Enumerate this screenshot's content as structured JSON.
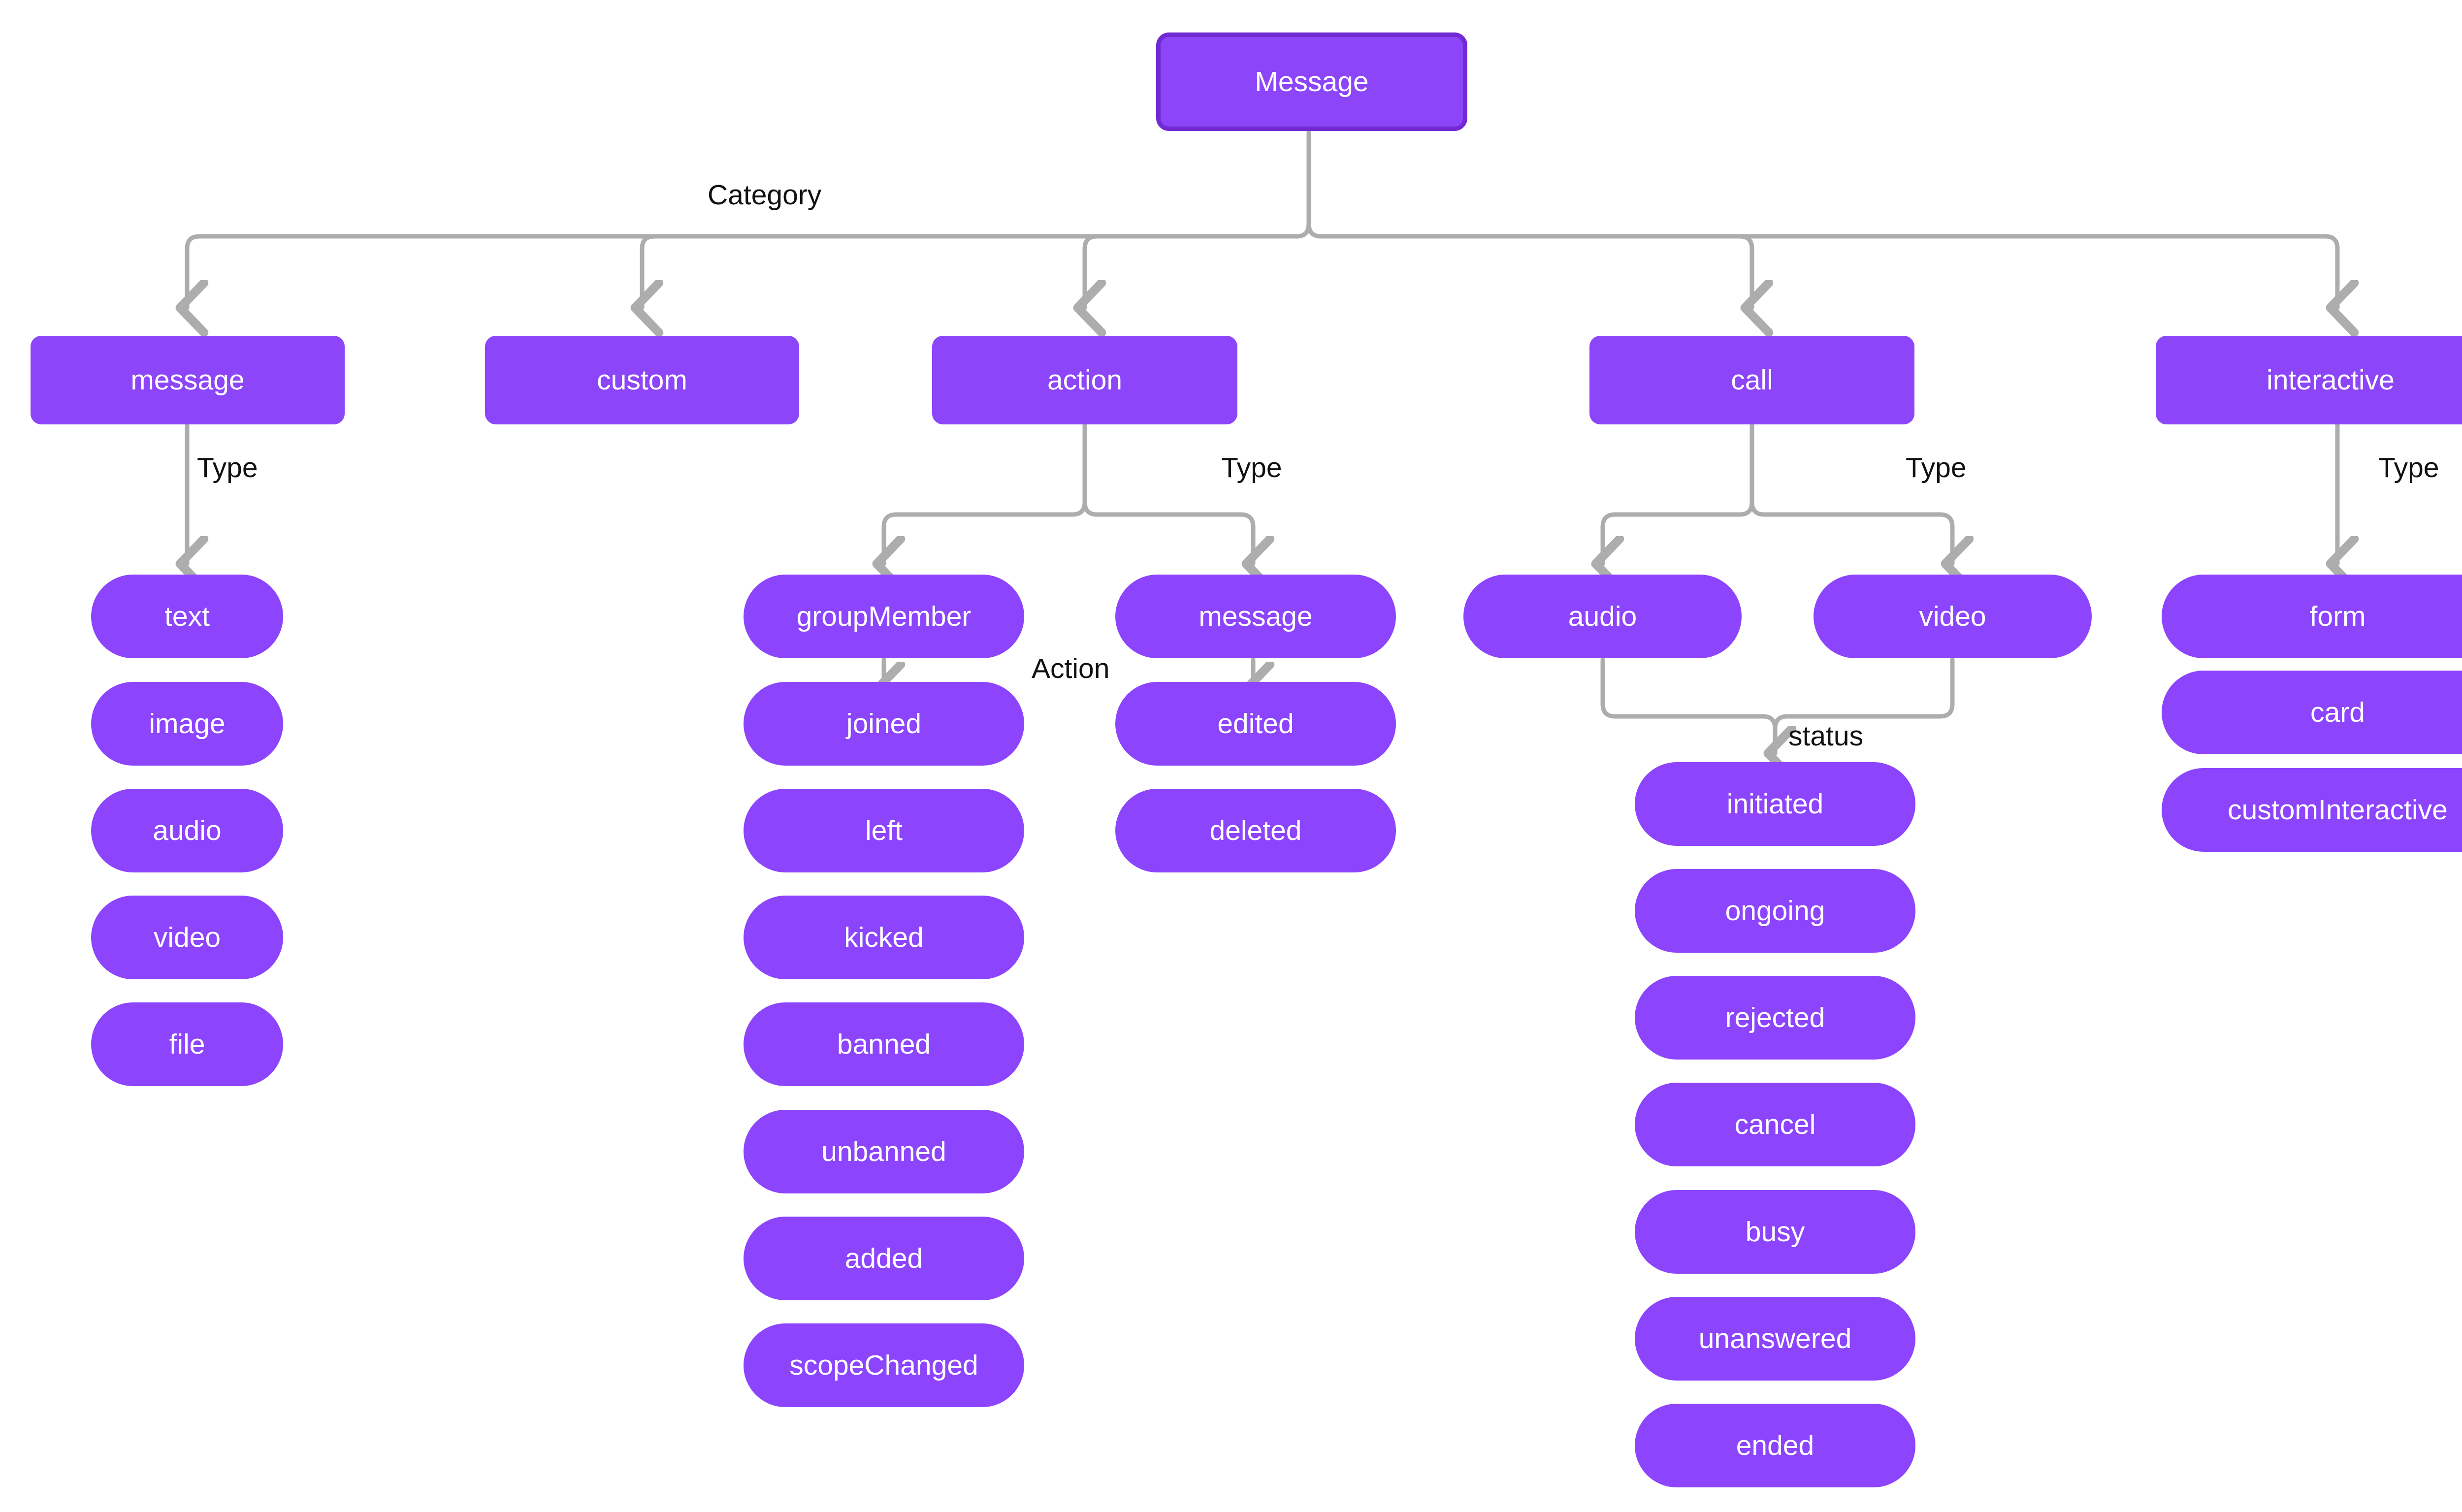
{
  "diagram": {
    "title": "Message",
    "root": {
      "label": "Message"
    },
    "edge_labels": {
      "category": "Category",
      "type": "Type",
      "action": "Action",
      "status": "status"
    },
    "categories": [
      {
        "label": "message"
      },
      {
        "label": "custom"
      },
      {
        "label": "action"
      },
      {
        "label": "call"
      },
      {
        "label": "interactive"
      }
    ],
    "message_types": [
      {
        "label": "text"
      },
      {
        "label": "image"
      },
      {
        "label": "audio"
      },
      {
        "label": "video"
      },
      {
        "label": "file"
      }
    ],
    "action_types": [
      {
        "label": "groupMember"
      },
      {
        "label": "message"
      }
    ],
    "group_member_actions": [
      {
        "label": "joined"
      },
      {
        "label": "left"
      },
      {
        "label": "kicked"
      },
      {
        "label": "banned"
      },
      {
        "label": "unbanned"
      },
      {
        "label": "added"
      },
      {
        "label": "scopeChanged"
      }
    ],
    "message_actions": [
      {
        "label": "edited"
      },
      {
        "label": "deleted"
      }
    ],
    "call_types": [
      {
        "label": "audio"
      },
      {
        "label": "video"
      }
    ],
    "call_statuses": [
      {
        "label": "initiated"
      },
      {
        "label": "ongoing"
      },
      {
        "label": "rejected"
      },
      {
        "label": "cancel"
      },
      {
        "label": "busy"
      },
      {
        "label": "unanswered"
      },
      {
        "label": "ended"
      }
    ],
    "interactive_types": [
      {
        "label": "form"
      },
      {
        "label": "card"
      },
      {
        "label": "customInteractive"
      }
    ],
    "colors": {
      "node_fill": "#8C45F8",
      "node_border": "#7129D4",
      "leaf_fill": "#8C44FC",
      "edge": "#ADADAD",
      "text": "#ffffff",
      "label_text": "#111111",
      "background": "#ffffff"
    }
  }
}
